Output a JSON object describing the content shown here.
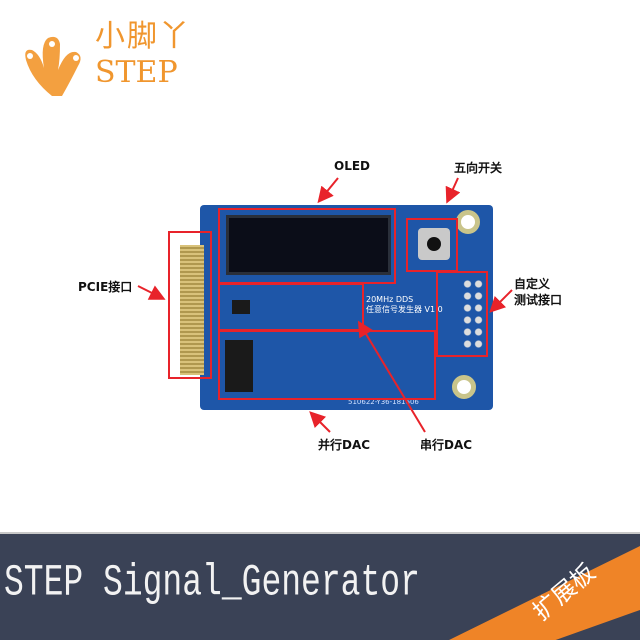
{
  "logo": {
    "chinese": "小脚丫",
    "english": "STEP",
    "color": "#f0962e"
  },
  "labels": {
    "oled": "OLED",
    "joystick": "五向开关",
    "pcie": "PCIE接口",
    "custom_test_line1": "自定义",
    "custom_test_line2": "测试接口",
    "parallel_dac": "并行DAC",
    "serial_dac": "串行DAC"
  },
  "board": {
    "silk_title1": "20MHz DDS",
    "silk_title2": "任意信号发生器",
    "version": "V1.0",
    "serial_number": "510622-Y36-181606"
  },
  "banner": {
    "title": "STEP Signal_Generator",
    "ribbon": "扩展板",
    "bg": "#3a4256",
    "ribbon_color": "#ef8427"
  },
  "annotation_color": "#e8232a"
}
